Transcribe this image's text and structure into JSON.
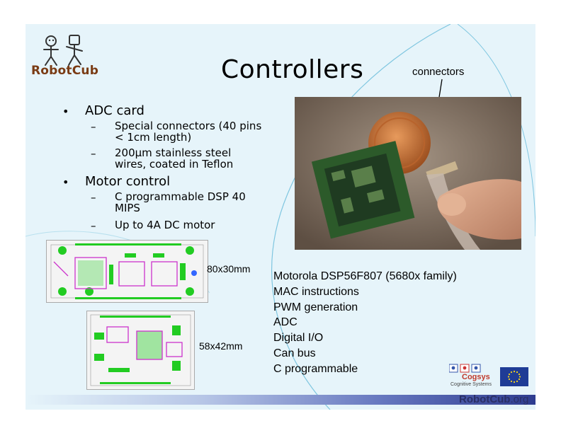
{
  "slide": {
    "logo_text": "RobotCub",
    "title": "Controllers",
    "connectors_label": "connectors",
    "bullets": [
      {
        "label": "ADC card",
        "sub": [
          {
            "lines": [
              "Special connectors (40 pins",
              "< 1cm length)"
            ]
          },
          {
            "lines": [
              "200µm stainless steel",
              "wires, coated in Teflon"
            ]
          }
        ]
      },
      {
        "label": "Motor control",
        "sub": [
          {
            "lines": [
              "C programmable DSP 40",
              "MIPS"
            ]
          },
          {
            "lines": [
              "Up to 4A DC motor"
            ]
          }
        ]
      }
    ],
    "board_large_dim": "80x30mm",
    "board_small_dim": "58x42mm",
    "specs": [
      "Motorola DSP56F807 (5680x family)",
      "MAC instructions",
      "PWM generation",
      "ADC",
      "Digital I/O",
      "Can bus",
      "C programmable"
    ],
    "cogsys_name": "Cogsys",
    "cogsys_sub": "Cognitive Systems",
    "footer_brand": "RobotCub",
    "footer_tld": ".org"
  },
  "colors": {
    "slide_bg": "#e6f4fa",
    "logo_brown": "#7a3b14",
    "footer_navy": "#2a2f66",
    "pcb_green": "#22cc22",
    "pcb_magenta": "#cc33cc"
  }
}
